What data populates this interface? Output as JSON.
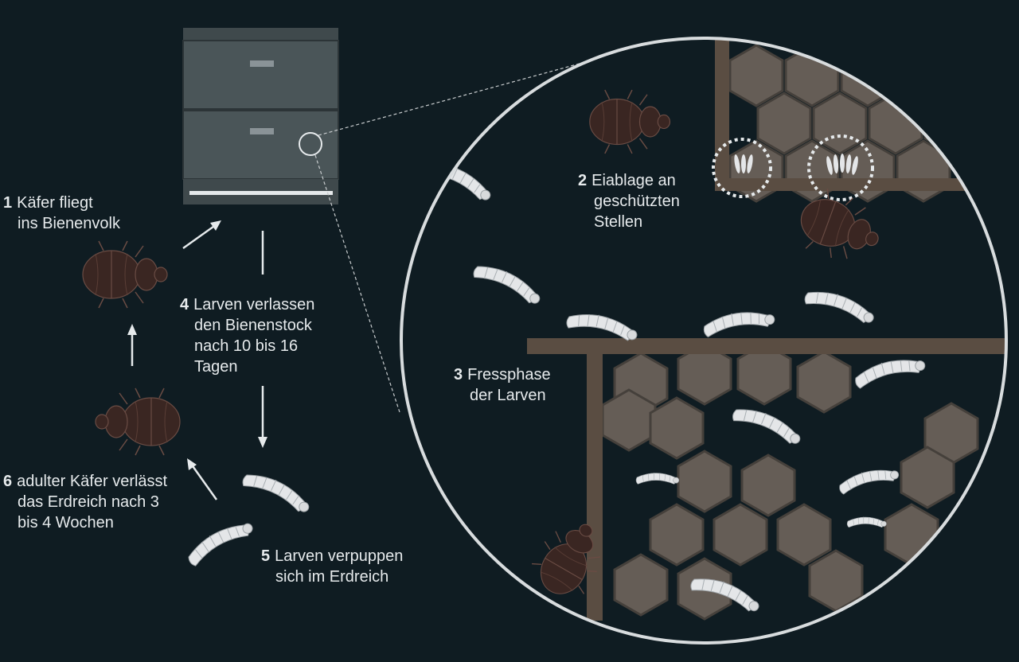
{
  "steps": [
    {
      "number": "1",
      "lines": [
        "Käfer fliegt",
        "ins Bienenvolk"
      ]
    },
    {
      "number": "2",
      "lines": [
        "Eiablage an",
        "geschützten",
        "Stellen"
      ]
    },
    {
      "number": "3",
      "lines": [
        "Fressphase",
        "der Larven"
      ]
    },
    {
      "number": "4",
      "lines": [
        "Larven verlassen",
        "den Bienenstock",
        "nach 10 bis 16",
        "Tagen"
      ]
    },
    {
      "number": "5",
      "lines": [
        "Larven verpuppen",
        "sich im Erdreich"
      ]
    },
    {
      "number": "6",
      "lines": [
        "adulter Käfer verlässt",
        "das Erdreich nach 3",
        "bis 4 Wochen"
      ]
    }
  ],
  "colors": {
    "background": "#0f1c22",
    "hive": "#4a5558",
    "wood": "#5a4d42",
    "comb": "#6b625a",
    "beetle": "#3a2622",
    "larva": "#e4e6e8",
    "ring": "#d8dcde"
  }
}
